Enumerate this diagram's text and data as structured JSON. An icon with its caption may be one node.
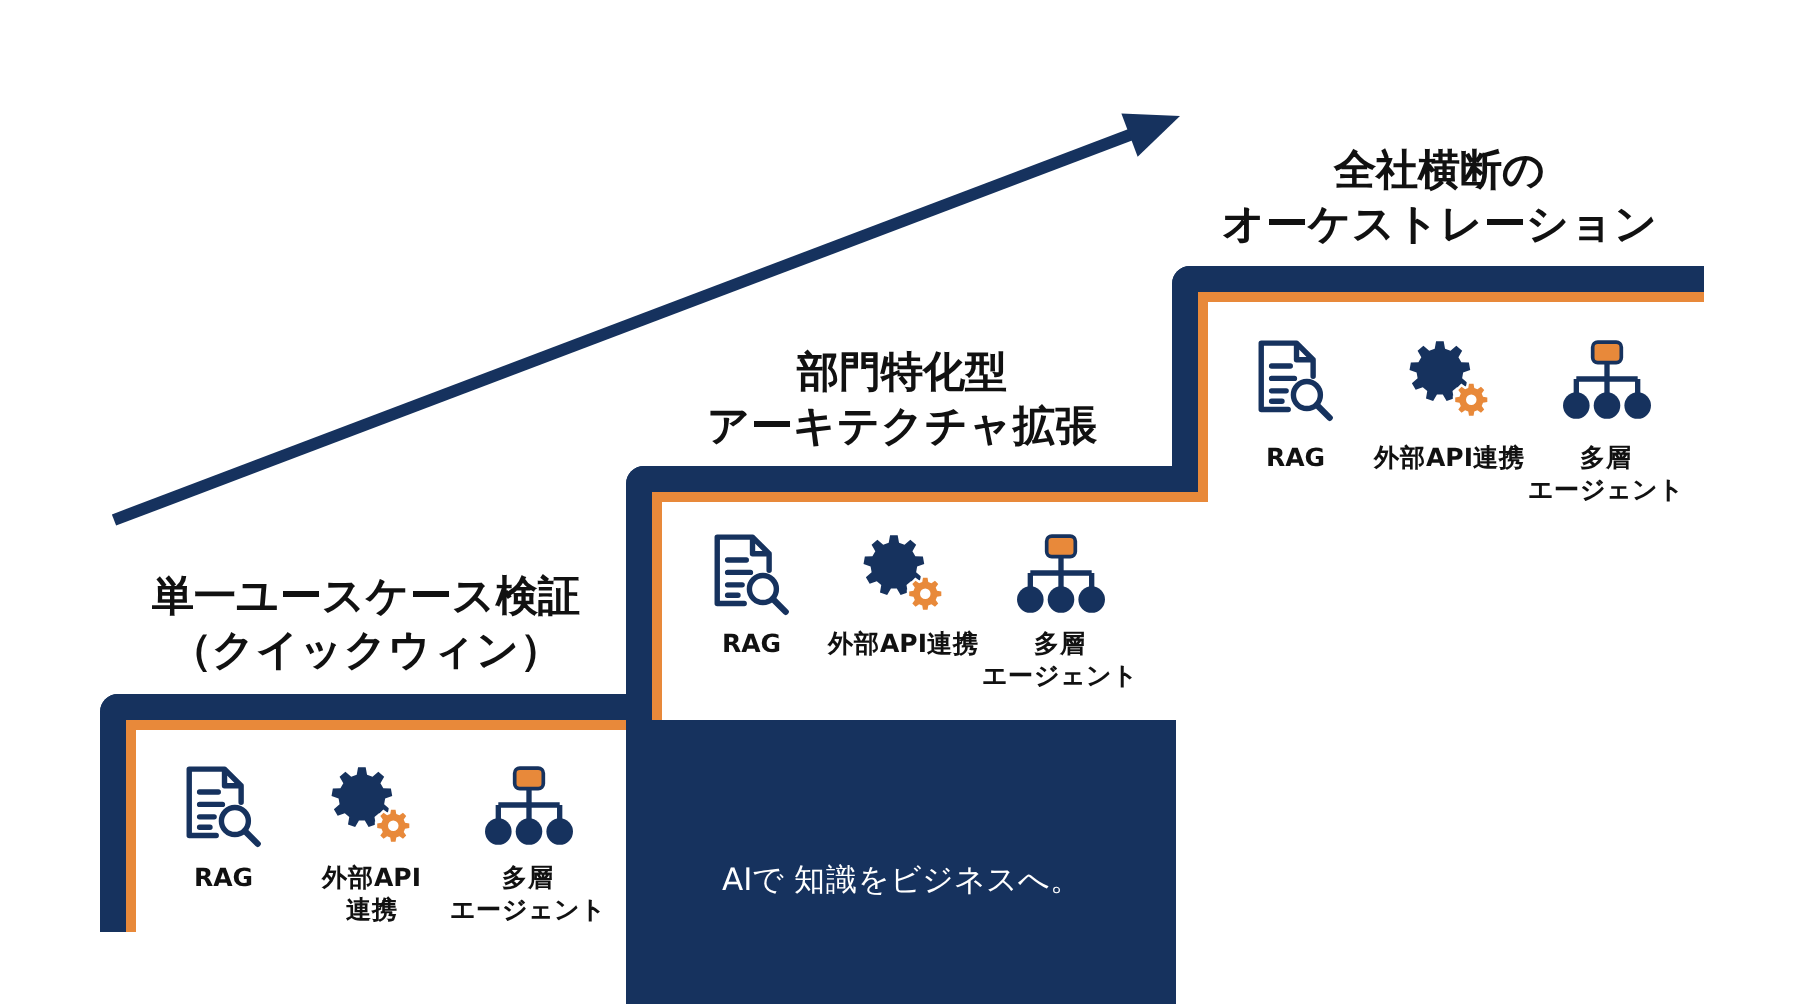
{
  "diagram": {
    "nodes": [
      {
        "text": [
          "単一ユースケース検証（クイックウィン）",
          "RAG",
          "外部API連携",
          "多層エージェント"
        ]
      },
      {
        "text": [
          "部門特化型アーキテクチャ拡張",
          "RAG",
          "外部API連携",
          "多層エージェント"
        ]
      },
      {
        "text": [
          "全社横断のオーケストレーション",
          "RAG",
          "外部API連携",
          "多層エージェント"
        ]
      },
      {
        "text": [
          "AIで 知識をビジネスへ。"
        ]
      }
    ]
  }
}
